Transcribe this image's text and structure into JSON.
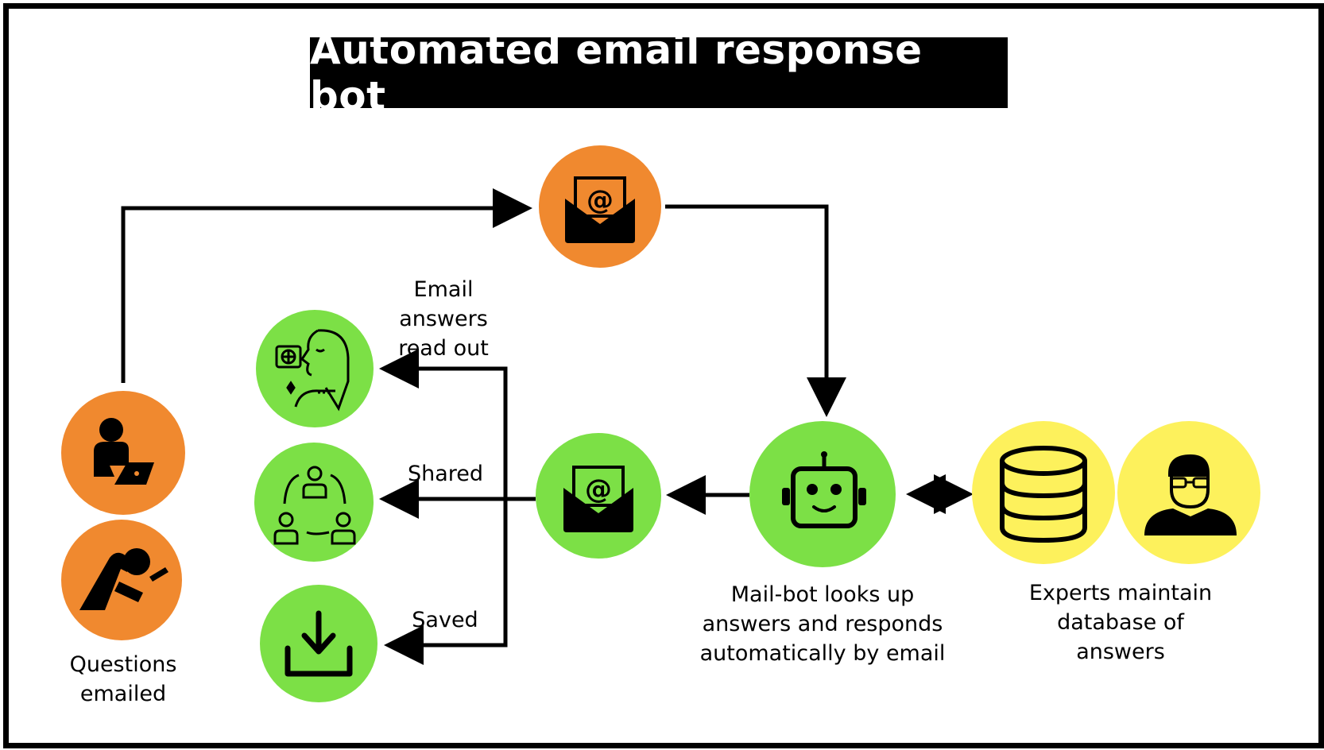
{
  "title": "Automated email response bot",
  "colors": {
    "orange": "#F0892F",
    "green": "#7CE046",
    "yellow": "#FDF15C",
    "ink": "#000000"
  },
  "nodes": {
    "user_laptop": {
      "icon": "person-laptop-icon",
      "color": "orange"
    },
    "user_phone": {
      "icon": "person-phone-icon",
      "color": "orange"
    },
    "email_in": {
      "icon": "email-at-icon",
      "color": "orange"
    },
    "bot": {
      "icon": "robot-icon",
      "color": "green"
    },
    "email_out": {
      "icon": "email-at-icon",
      "color": "green"
    },
    "read_out": {
      "icon": "voice-assistant-icon",
      "color": "green"
    },
    "shared": {
      "icon": "share-cycle-icon",
      "color": "green"
    },
    "saved": {
      "icon": "download-icon",
      "color": "green"
    },
    "database": {
      "icon": "database-icon",
      "color": "yellow"
    },
    "expert": {
      "icon": "expert-person-icon",
      "color": "yellow"
    }
  },
  "labels": {
    "questions": [
      "Questions",
      "emailed"
    ],
    "read_out": [
      "Email",
      "answers",
      "read out"
    ],
    "shared": "Shared",
    "saved": "Saved",
    "bot": [
      "Mail-bot looks up",
      "answers and responds",
      "automatically by email"
    ],
    "experts": [
      "Experts maintain",
      "database of",
      "answers"
    ]
  }
}
